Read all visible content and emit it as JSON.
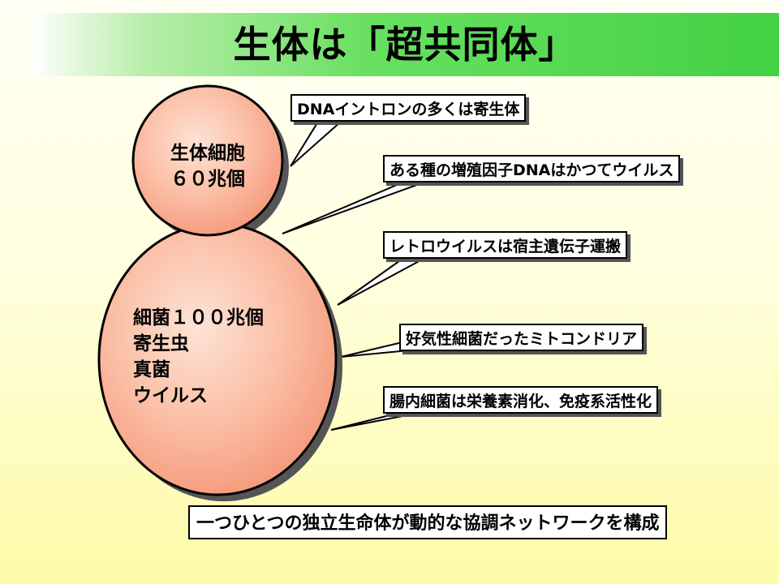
{
  "title": "生体は「超共同体」",
  "cells": {
    "small": [
      "生体細胞",
      "６０兆個"
    ],
    "large": [
      "細菌１００兆個",
      "寄生虫",
      "真菌",
      "ウイルス"
    ]
  },
  "callouts": [
    "DNAイントロンの多くは寄生体",
    "ある種の増殖因子DNAはかつてウイルス",
    "レトロウイルスは宿主遺伝子運搬",
    "好気性細菌だったミトコンドリア",
    "腸内細菌は栄養素消化、免疫系活性化"
  ],
  "summary": "一つひとつの独立生命体が動的な協調ネットワークを構成",
  "colors": {
    "title_green": "#43d143",
    "ellipse_fill": "#f9ab8e",
    "ellipse_highlight": "#fde3d6",
    "shadow": "#555555"
  }
}
